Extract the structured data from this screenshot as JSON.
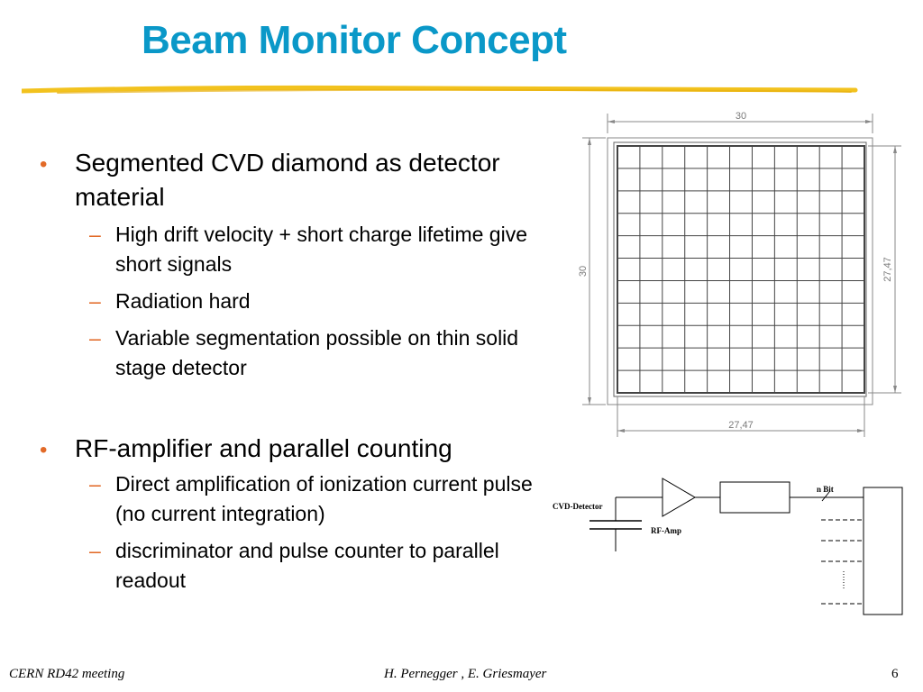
{
  "slide": {
    "title": "Beam Monitor Concept",
    "bullets": [
      {
        "text": "Segmented CVD diamond as detector material",
        "subs": [
          "High drift velocity + short charge lifetime give short signals",
          "Radiation hard",
          "Variable segmentation possible on thin solid stage detector"
        ]
      },
      {
        "text": "RF-amplifier and parallel counting",
        "subs": [
          "Direct amplification of ionization current pulse (no current integration)",
          "discriminator and pulse counter to parallel readout"
        ]
      }
    ],
    "bullet_glyph": "•",
    "sub_glyph": "–"
  },
  "grid_drawing": {
    "top_dim": "30",
    "left_dim": "30",
    "right_dim": "27,47",
    "bottom_dim": "27,47",
    "segments": 11
  },
  "circuit": {
    "detector_label": "CVD-Detector",
    "amp_label": "RF-Amp",
    "bits_label": "n Bit"
  },
  "footer": {
    "left": "CERN RD42 meeting",
    "center": "H. Pernegger , E. Griesmayer",
    "page": "6"
  },
  "colors": {
    "title": "#0a98c8",
    "bullet": "#e26a28",
    "rule": "#f0c020"
  }
}
